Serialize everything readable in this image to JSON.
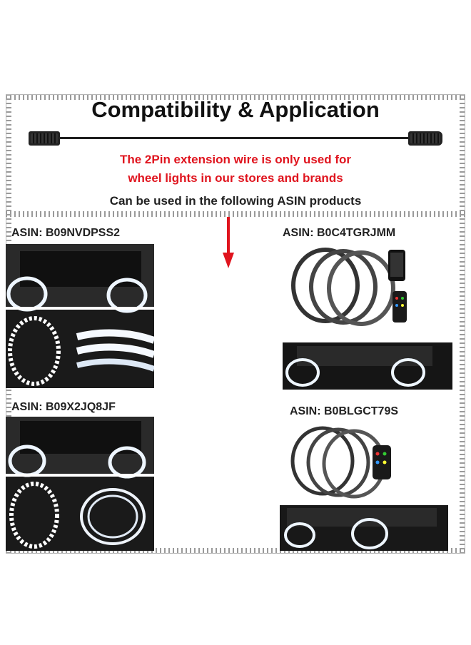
{
  "header": {
    "title": "Compatibility & Application",
    "note_line1": "The 2Pin extension wire is only used for",
    "note_line2": "wheel lights in our stores and brands",
    "subtitle": "Can be used in the following ASIN products"
  },
  "products": [
    {
      "asin_label": "ASIN: B09NVDPSS2"
    },
    {
      "asin_label": "ASIN: B0C4TGRJMM"
    },
    {
      "asin_label": "ASIN: B09X2JQ8JF"
    },
    {
      "asin_label": "ASIN: B0BLGCT79S"
    }
  ],
  "colors": {
    "accent_red": "#e0141e",
    "text_dark": "#111111",
    "frame_gray": "#9a9a9a"
  },
  "icons": {
    "down_arrow": "arrow-down-icon",
    "extension_cable": "extension-cable-icon"
  }
}
